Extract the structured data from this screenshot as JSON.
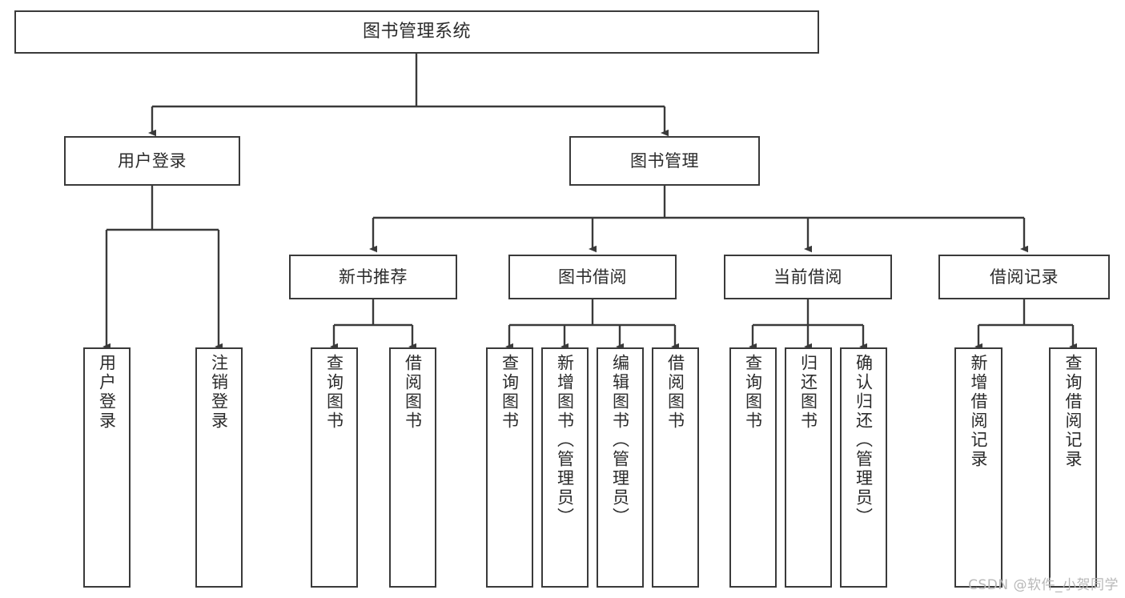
{
  "diagram": {
    "title": "图书管理系统",
    "type": "tree-hierarchy-chart",
    "background_color": "#ffffff",
    "line_color": "#3a3a3a",
    "text_color": "#2b2b2b"
  },
  "nodes": {
    "root": {
      "label": "图书管理系统"
    },
    "level1": [
      {
        "id": "user-login",
        "label": "用户登录"
      },
      {
        "id": "book-manage",
        "label": "图书管理"
      }
    ],
    "level2": [
      {
        "id": "new-book-recommend",
        "label": "新书推荐"
      },
      {
        "id": "book-borrow",
        "label": "图书借阅"
      },
      {
        "id": "current-borrow",
        "label": "当前借阅"
      },
      {
        "id": "borrow-record",
        "label": "借阅记录"
      }
    ],
    "leaves": {
      "user_login": [
        {
          "id": "leaf-user-login",
          "label": "用户登录"
        },
        {
          "id": "leaf-logout-login",
          "label": "注销登录"
        }
      ],
      "new_book_recommend": [
        {
          "id": "leaf-query-book-1",
          "label": "查询图书"
        },
        {
          "id": "leaf-borrow-book-1",
          "label": "借阅图书"
        }
      ],
      "book_borrow": [
        {
          "id": "leaf-query-book-2",
          "label": "查询图书"
        },
        {
          "id": "leaf-add-book",
          "label": "新增图书（管理员）"
        },
        {
          "id": "leaf-edit-book",
          "label": "编辑图书（管理员）"
        },
        {
          "id": "leaf-borrow-book-2",
          "label": "借阅图书"
        }
      ],
      "current_borrow": [
        {
          "id": "leaf-query-book-3",
          "label": "查询图书"
        },
        {
          "id": "leaf-return-book",
          "label": "归还图书"
        },
        {
          "id": "leaf-confirm-return",
          "label": "确认归还（管理员）"
        }
      ],
      "borrow_record": [
        {
          "id": "leaf-add-record",
          "label": "新增借阅记录"
        },
        {
          "id": "leaf-query-record",
          "label": "查询借阅记录"
        }
      ]
    }
  },
  "watermark": {
    "text": "CSDN @软件_小贺同学"
  }
}
